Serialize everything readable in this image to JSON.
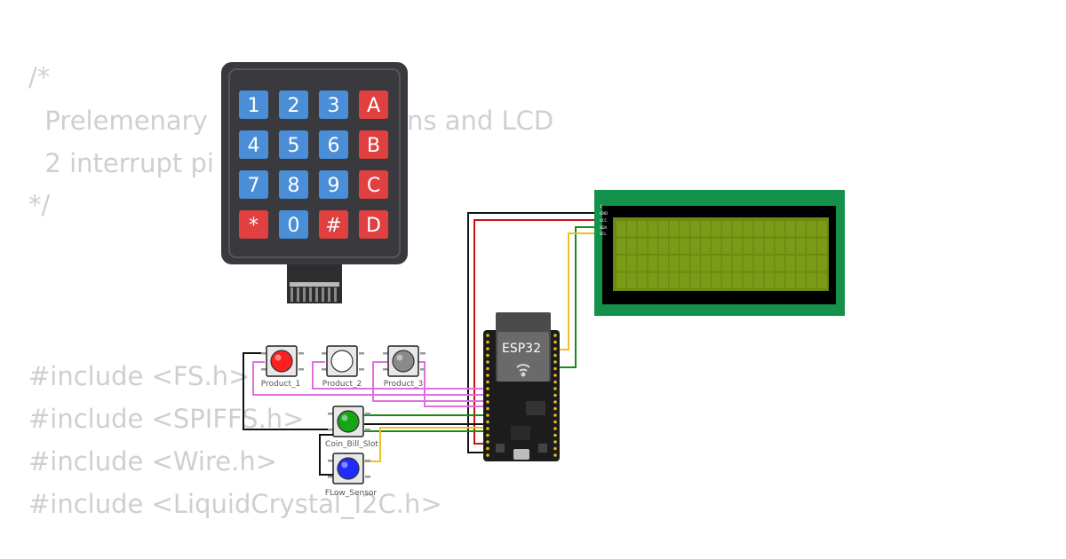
{
  "code_lines": [
    "/*",
    "  Prelemenary",
    "ns and LCD",
    "  2 interrupt pi",
    "*/",
    "#include <FS.h>",
    "#include <SPIFFS.h>",
    "#include <Wire.h>",
    "#include <LiquidCrystal_I2C.h>"
  ],
  "keypad": {
    "keys": [
      "1",
      "2",
      "3",
      "A",
      "4",
      "5",
      "6",
      "B",
      "7",
      "8",
      "9",
      "C",
      "*",
      "0",
      "#",
      "D"
    ]
  },
  "buttons": [
    {
      "label": "Product_1",
      "color": "#ff1f1f"
    },
    {
      "label": "Product_2",
      "color": "#ffffff"
    },
    {
      "label": "Product_3",
      "color": "#8a8a8a"
    },
    {
      "label": "Coin_Bill_Slot",
      "color": "#16a516"
    },
    {
      "label": "FLow_Sensor",
      "color": "#1f2cff"
    }
  ],
  "esp32": {
    "label": "ESP32"
  },
  "lcd": {
    "pins": [
      "1",
      "GND",
      "VCC",
      "SDA",
      "SCL"
    ]
  },
  "colors": {
    "wire_black": "#111111",
    "wire_red": "#d01010",
    "wire_green": "#1a8a1a",
    "wire_yellow": "#f0c020",
    "wire_pink": "#e070e0",
    "lcd_board": "#14914a",
    "lcd_screen": "#6b8a10",
    "keypad_body": "#3a3a3e",
    "key_blue": "#4a8ed8",
    "key_red": "#e04040"
  }
}
